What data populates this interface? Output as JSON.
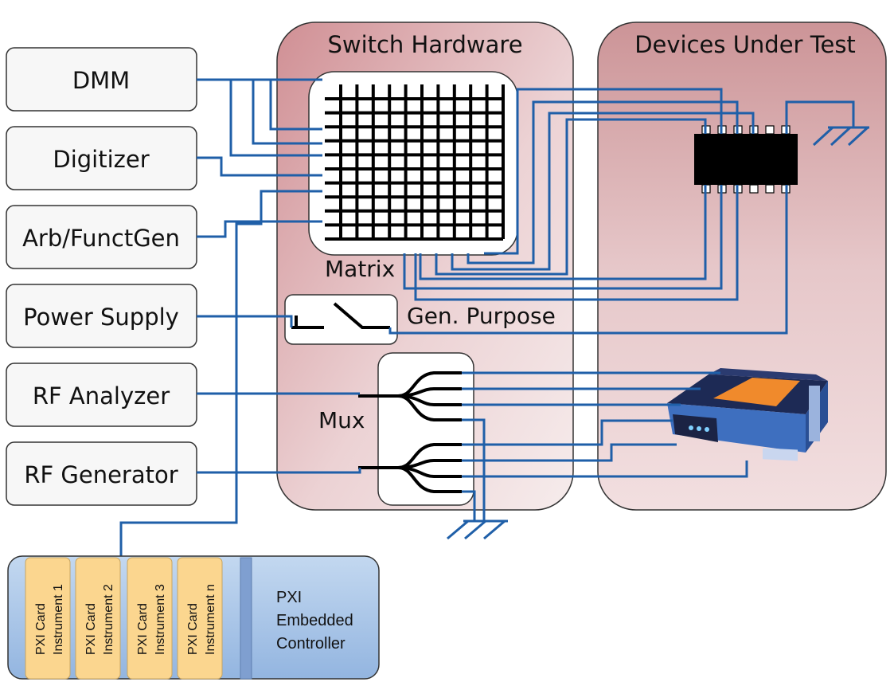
{
  "instruments": [
    "DMM",
    "Digitizer",
    "Arb/FunctGen",
    "Power Supply",
    "RF Analyzer",
    "RF Generator"
  ],
  "switch_hardware": {
    "title": "Switch Hardware",
    "matrix_label": "Matrix",
    "gen_purpose_label": "Gen. Purpose",
    "mux_label": "Mux"
  },
  "dut": {
    "title": "Devices Under Test"
  },
  "pxi": {
    "cards": [
      {
        "line1": "PXI Card",
        "line2": "Instrument 1"
      },
      {
        "line1": "PXI Card",
        "line2": "Instrument 2"
      },
      {
        "line1": "PXI Card",
        "line2": "Instrument 3"
      },
      {
        "line1": "PXI Card",
        "line2": "Instrument n"
      }
    ],
    "controller": [
      "PXI",
      "Embedded",
      "Controller"
    ]
  },
  "colors": {
    "wire": "#1f5fa8",
    "panel_dark": "#d49a9e",
    "panel_light": "#f3e2e3",
    "pxi_chassis": "#a7c4e6",
    "pxi_card": "#fbd68f"
  },
  "icons": [
    "ground-icon",
    "switch-icon",
    "ic-chip-icon",
    "router-icon"
  ]
}
